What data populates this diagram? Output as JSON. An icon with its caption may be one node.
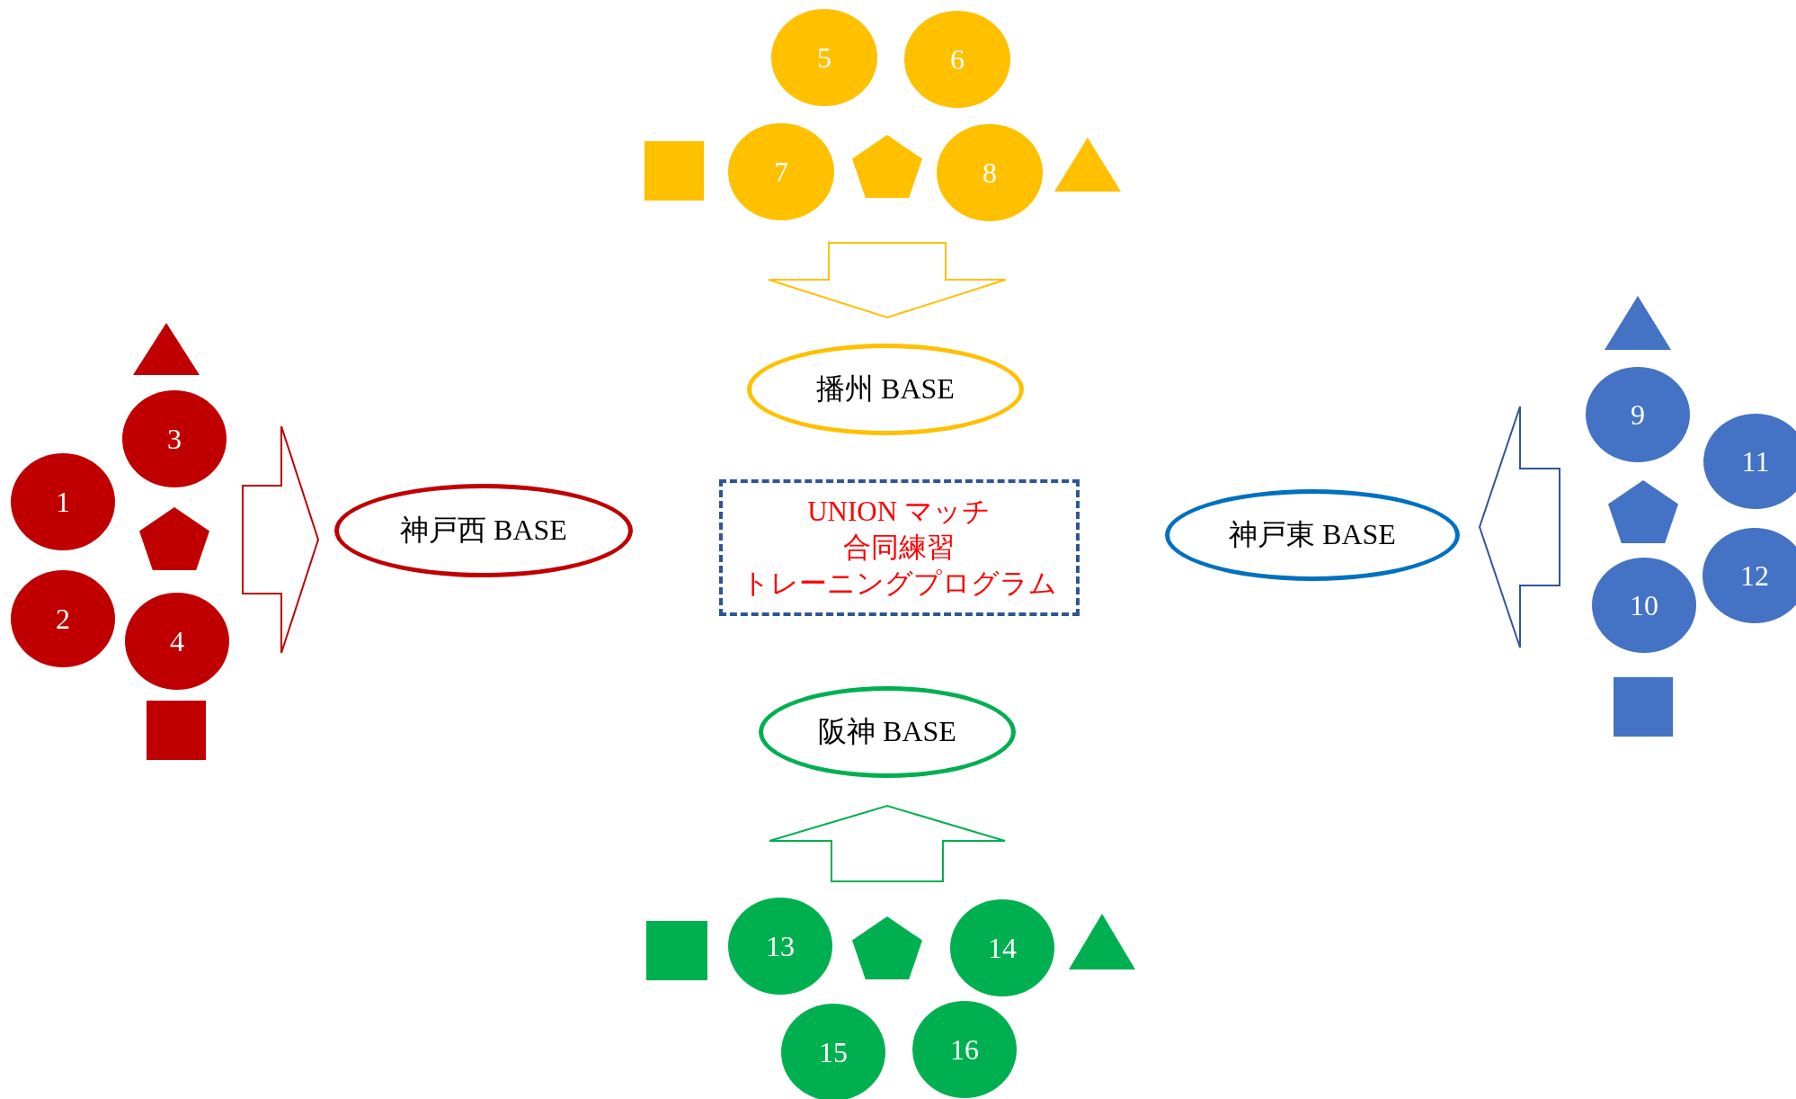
{
  "diagram": {
    "nodes": [
      {
        "text": [
          "5"
        ]
      },
      {
        "text": [
          "6"
        ]
      },
      {
        "text": [],
        "shape": "box"
      },
      {
        "text": [
          "7"
        ]
      },
      {
        "text": [],
        "shape": "pentagon"
      },
      {
        "text": [
          "8"
        ]
      },
      {
        "text": [],
        "shape": "triangle"
      },
      {
        "text": [
          "播州 BASE"
        ]
      },
      {
        "text": [],
        "shape": "triangle"
      },
      {
        "text": [
          "3"
        ]
      },
      {
        "text": [
          "1"
        ]
      },
      {
        "text": [],
        "shape": "pentagon"
      },
      {
        "text": [
          "2"
        ]
      },
      {
        "text": [
          "4"
        ]
      },
      {
        "text": [],
        "shape": "box"
      },
      {
        "text": [
          "神戸西 BASE"
        ]
      },
      {
        "text": [
          "UNION マッチ",
          "合同練習",
          "トレーニングプログラム"
        ]
      },
      {
        "text": [
          "神戸東 BASE"
        ]
      },
      {
        "text": [],
        "shape": "triangle"
      },
      {
        "text": [
          "9"
        ]
      },
      {
        "text": [
          "11"
        ]
      },
      {
        "text": [],
        "shape": "pentagon"
      },
      {
        "text": [
          "12"
        ]
      },
      {
        "text": [
          "10"
        ]
      },
      {
        "text": [],
        "shape": "box"
      },
      {
        "text": [
          "阪神 BASE"
        ]
      },
      {
        "text": [],
        "shape": "box"
      },
      {
        "text": [
          "13"
        ]
      },
      {
        "text": [],
        "shape": "pentagon"
      },
      {
        "text": [
          "14"
        ]
      },
      {
        "text": [],
        "shape": "triangle"
      },
      {
        "text": [
          "15"
        ]
      },
      {
        "text": [
          "16"
        ]
      }
    ],
    "edges": [
      {
        "from": null,
        "to": 7,
        "arrow": "to",
        "color": "#ffc000"
      },
      {
        "from": null,
        "to": 15,
        "arrow": "to",
        "color": "#c00000"
      },
      {
        "from": null,
        "to": 17,
        "arrow": "to",
        "color": "#2f5597"
      },
      {
        "from": null,
        "to": 25,
        "arrow": "to",
        "color": "#00b050"
      }
    ]
  }
}
